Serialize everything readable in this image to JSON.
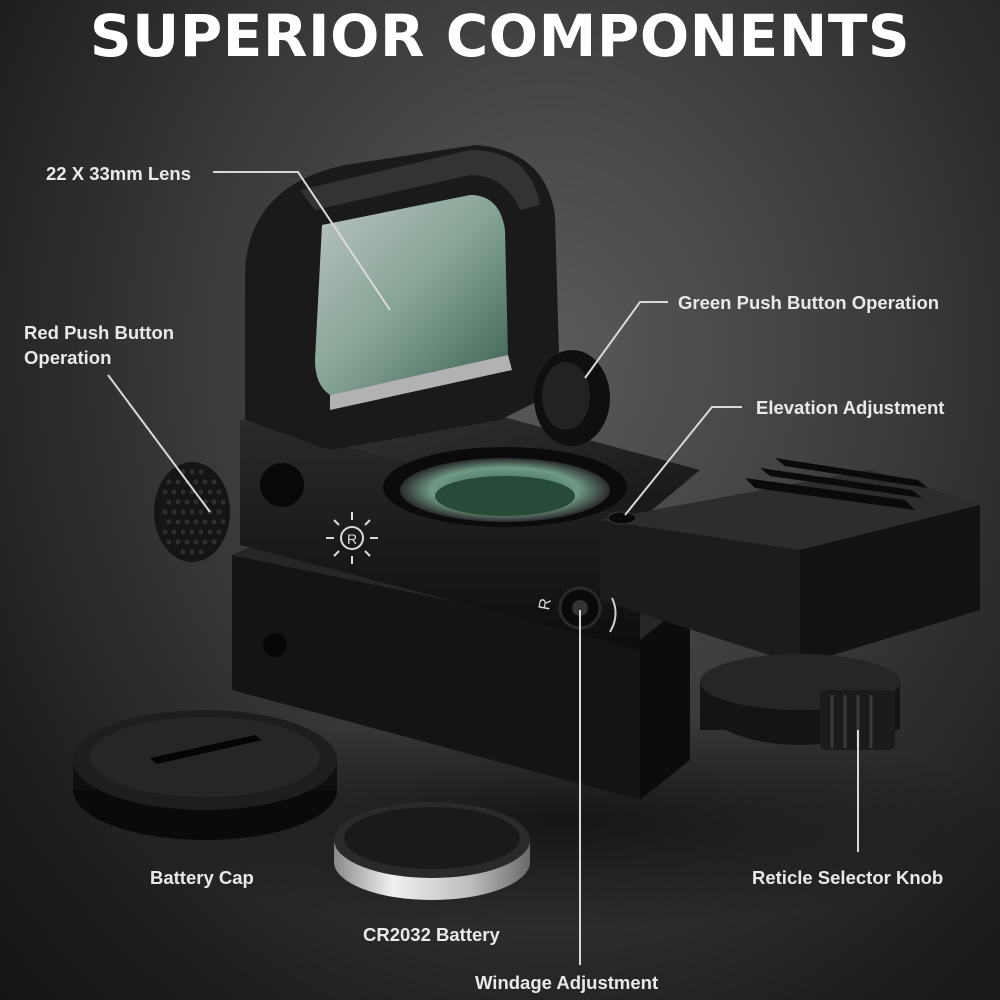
{
  "title": "SUPERIOR COMPONENTS",
  "callouts": {
    "lens": "22 X 33mm Lens",
    "red_button": {
      "line1": "Red Push Button",
      "line2": "Operation"
    },
    "green_button": "Green Push Button Operation",
    "elevation": "Elevation Adjustment",
    "battery_cap": "Battery Cap",
    "battery": "CR2032 Battery",
    "reticle_knob": "Reticle Selector Knob",
    "windage": "Windage Adjustment"
  },
  "markings": {
    "reticle_symbol": "R",
    "windage_symbol": "R"
  },
  "colors": {
    "lens_tint": "#5f8f78",
    "body": "#1a1a1a"
  }
}
